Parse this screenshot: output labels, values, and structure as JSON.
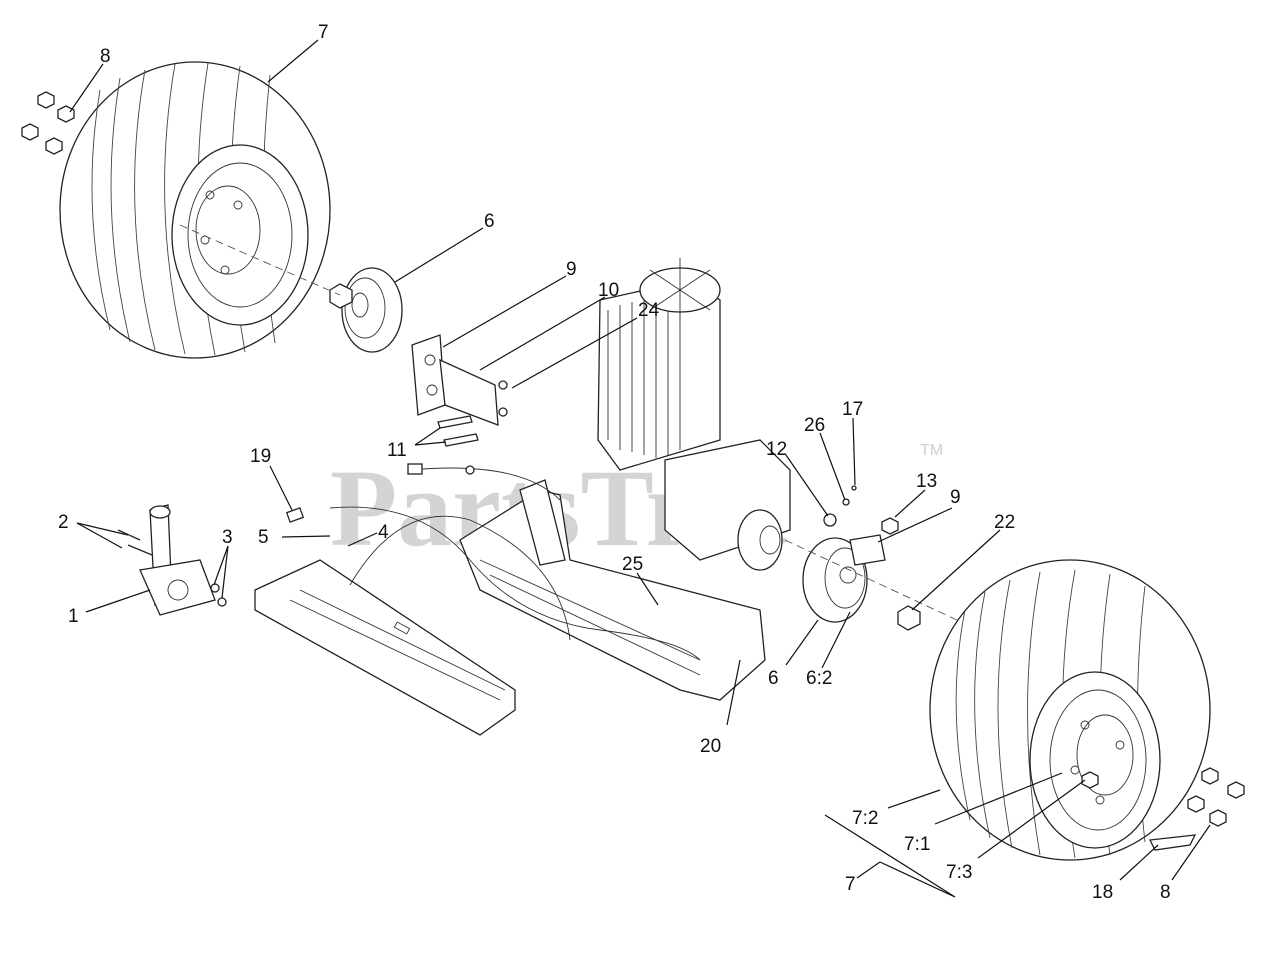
{
  "watermark": {
    "text": "PartsTree",
    "trademark": "TM"
  },
  "callouts": {
    "c1": "1",
    "c2": "2",
    "c3": "3",
    "c4": "4",
    "c5": "5",
    "c6a": "6",
    "c6b": "6",
    "c6c": "6:2",
    "c7a": "7",
    "c7b": "7",
    "c7c": "7:1",
    "c7d": "7:2",
    "c7e": "7:3",
    "c8a": "8",
    "c8b": "8",
    "c9a": "9",
    "c9b": "9",
    "c10": "10",
    "c11": "11",
    "c12": "12",
    "c13": "13",
    "c17": "17",
    "c18": "18",
    "c19": "19",
    "c20": "20",
    "c22": "22",
    "c24": "24",
    "c25": "25",
    "c26": "26"
  }
}
